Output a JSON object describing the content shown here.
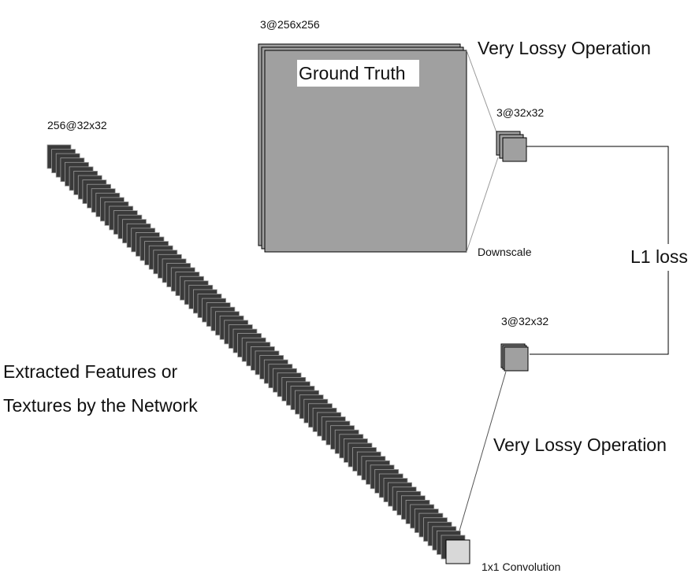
{
  "labels": {
    "gt_dims": "3@256x256",
    "ground_truth": "Ground Truth",
    "lossy_top": "Very Lossy Operation",
    "gt_small_dims": "3@32x32",
    "downscale": "Downscale",
    "l1_loss": "L1 loss",
    "pred_dims": "3@32x32",
    "features_dims": "256@32x32",
    "features_line1": "Extracted Features or",
    "features_line2": "Textures by the Network",
    "lossy_bottom": "Very Lossy Operation",
    "conv": "1x1 Convolution"
  },
  "colors": {
    "block_fill": "#a0a0a0",
    "block_fill_light": "#c8c8c8",
    "stack_dark": "#3a3a3a",
    "stack_edge": "#9a9a9a",
    "line": "#000000",
    "projection_line": "#999999",
    "conv_block": "#d8d8d8"
  },
  "feature_stack": {
    "channels": 256,
    "drawn_slices": 90
  }
}
